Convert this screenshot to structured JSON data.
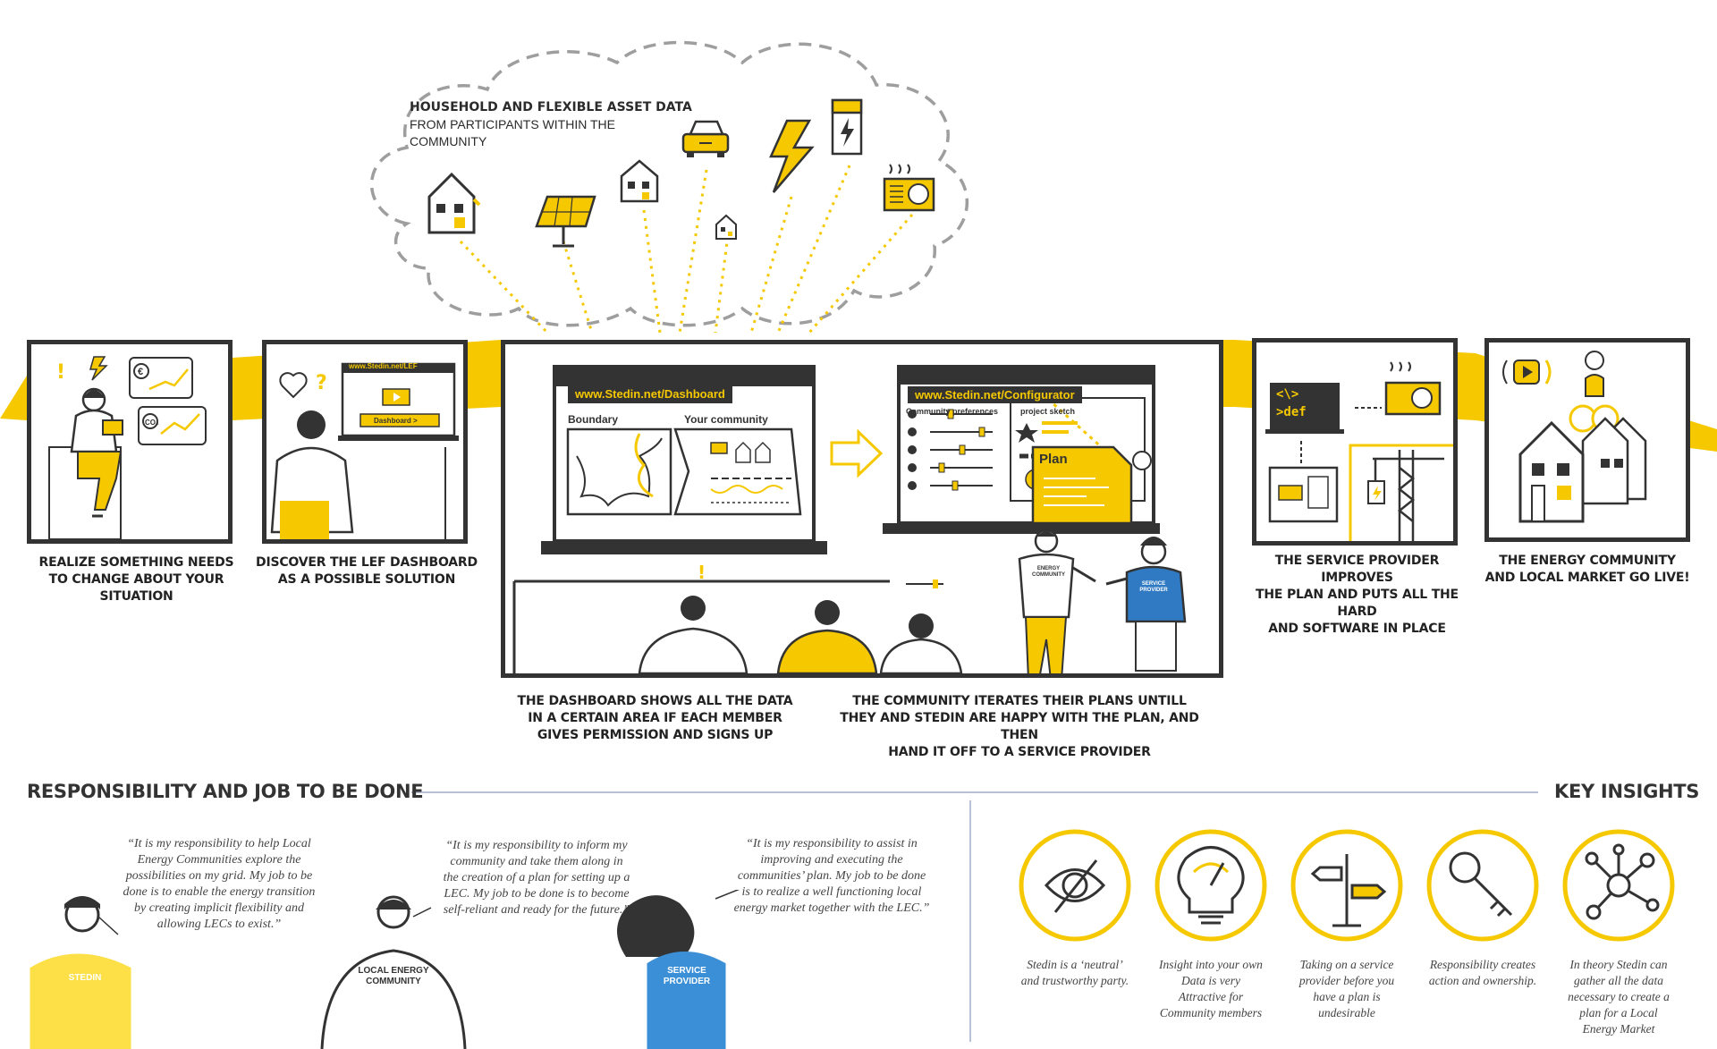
{
  "colors": {
    "accent": "#f5c800",
    "dark": "#333333",
    "blue": "#2f7ac2",
    "dash": "#9e9e9e"
  },
  "cloud": {
    "title": "HOUSEHOLD AND FLEXIBLE ASSET DATA",
    "subtitle_line1": "FROM PARTICIPANTS WITHIN THE",
    "subtitle_line2": "COMMUNITY",
    "icons": [
      "house-icon",
      "solar-panel-icon",
      "house-icon",
      "small-house-icon",
      "car-icon",
      "lightning-icon",
      "battery-icon",
      "heat-pump-icon"
    ]
  },
  "steps": [
    {
      "line1": "REALIZE SOMETHING  NEEDS",
      "line2": "TO CHANGE ABOUT YOUR",
      "line3": "SITUATION"
    },
    {
      "line1": "DISCOVER THE LEF DASHBOARD",
      "line2": "AS A POSSIBLE SOLUTION"
    },
    {
      "line1": "THE DASHBOARD SHOWS ALL THE DATA",
      "line2": "IN A CERTAIN AREA IF EACH MEMBER",
      "line3": "GIVES PERMISSION AND SIGNS UP"
    },
    {
      "line1": "THE COMMUNITY ITERATES THEIR PLANS UNTILL",
      "line2": "THEY AND STEDIN ARE HAPPY WITH THE PLAN, AND THEN",
      "line3": "HAND IT OFF TO A SERVICE PROVIDER"
    },
    {
      "line1": "THE SERVICE PROVIDER IMPROVES",
      "line2": "THE PLAN AND PUTS ALL THE HARD",
      "line3": "AND SOFTWARE IN PLACE"
    },
    {
      "line1": "THE ENERGY COMMUNITY",
      "line2": "AND LOCAL MARKET GO LIVE!"
    }
  ],
  "panel2": {
    "url": "www.Stedin.net/LEF",
    "button": "Dashboard >"
  },
  "dashboard": {
    "url": "www.Stedin.net/Dashboard",
    "boundary": "Boundary",
    "community": "Your community"
  },
  "configurator": {
    "url": "www.Stedin.net/Configurator",
    "prefs": "Community preferences",
    "sketch": "project sketch",
    "plan": "Plan"
  },
  "panel3_shirts": {
    "energy": "ENERGY COMMUNITY",
    "provider": "SERVICE PROVIDER"
  },
  "panel5": {
    "code1": "<\\>",
    "code2": ">def"
  },
  "responsibility": {
    "title": "RESPONSIBILITY AND JOB TO BE DONE",
    "quotes": [
      {
        "l1": "“It is my responsibility to help Local",
        "l2": "Energy Communities explore the",
        "l3": "possibilities on my grid. My job to be",
        "l4": "done is to enable the energy transition",
        "l5": "by creating implicit flexibility and",
        "l6": "allowing LECs to exist.”"
      },
      {
        "l1": "“It is my responsibility to inform my",
        "l2": "community and take them along in",
        "l3": "the creation of a plan for setting up a",
        "l4": "LEC. My job to be done is to become",
        "l5": "self-reliant and ready for the future.”"
      },
      {
        "l1": "“It is my responsibility to assist in",
        "l2": "improving and executing the",
        "l3": "communities’ plan. My job to be done",
        "l4": "is to realize a well functioning local",
        "l5": "energy market together with the LEC.”"
      }
    ],
    "personas": [
      {
        "l1": "STEDIN"
      },
      {
        "l1": "LOCAL ENERGY",
        "l2": "COMMUNITY"
      },
      {
        "l1": "SERVICE",
        "l2": "PROVIDER"
      }
    ]
  },
  "insights": {
    "title": "KEY INSIGHTS",
    "items": [
      {
        "icon": "eye-slash-icon",
        "l1": "Stedin is a ‘neutral’",
        "l2": "and trustworthy party."
      },
      {
        "icon": "lightbulb-gauge-icon",
        "l1": "Insight into your own",
        "l2": "Data is very",
        "l3": "Attractive for",
        "l4": "Community members"
      },
      {
        "icon": "signpost-icon",
        "l1": "Taking on a service",
        "l2": "provider before you",
        "l3": "have a plan is",
        "l4": "undesirable"
      },
      {
        "icon": "key-icon",
        "l1": "Responsibility creates",
        "l2": "action and ownership."
      },
      {
        "icon": "network-icon",
        "l1": "In theory Stedin can",
        "l2": "gather all the data",
        "l3": "necessary to create a",
        "l4": "plan for a Local",
        "l5": "Energy Market"
      }
    ]
  }
}
